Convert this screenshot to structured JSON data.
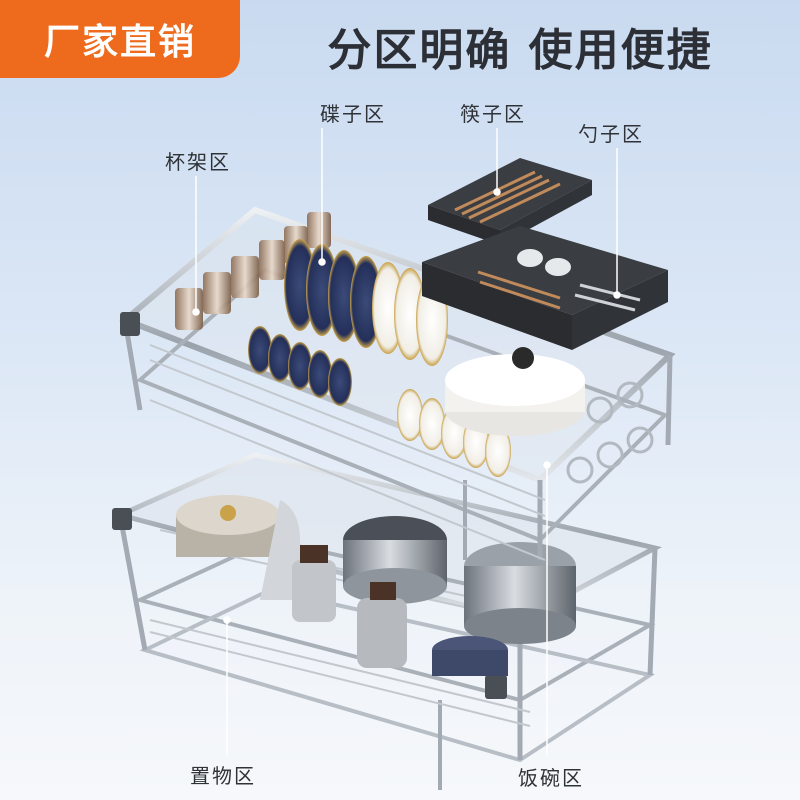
{
  "badge": {
    "text": "厂家直销"
  },
  "headline": {
    "text": "分区明确 使用便捷"
  },
  "zones": {
    "plates": "碟子区",
    "chopsticks": "筷子区",
    "spoons": "勺子区",
    "cups": "杯架区",
    "storage": "置物区",
    "bowls": "饭碗区"
  },
  "colors": {
    "badge": "#ee6a1c",
    "headline": "#2c2f36",
    "steel": "#b8bec6",
    "tray": "#3a3d42"
  }
}
